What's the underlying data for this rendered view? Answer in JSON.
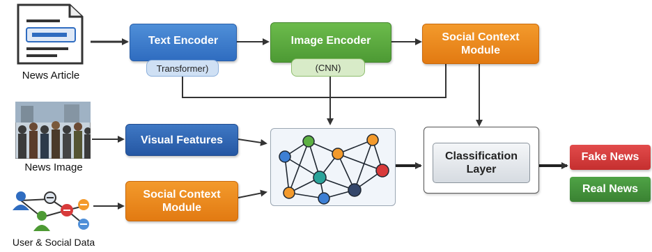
{
  "inputs": {
    "article": "News Article",
    "image": "News Image",
    "social": "User & Social Data"
  },
  "encoders": {
    "text": "Text Encoder",
    "text_sub": "Transformer)",
    "image": "Image Encoder",
    "image_sub": "(CNN)",
    "social_top": "Social Context Module"
  },
  "features": {
    "visual": "Visual Features",
    "social": "Social Context Module"
  },
  "classifier": "Classification Layer",
  "outputs": {
    "fake": "Fake News",
    "real": "Real News"
  },
  "colors": {
    "blue": "#2f6cc0",
    "green": "#4d9a34",
    "orange": "#e27a12",
    "fake": "#d83a3a",
    "real": "#3f8f37"
  }
}
